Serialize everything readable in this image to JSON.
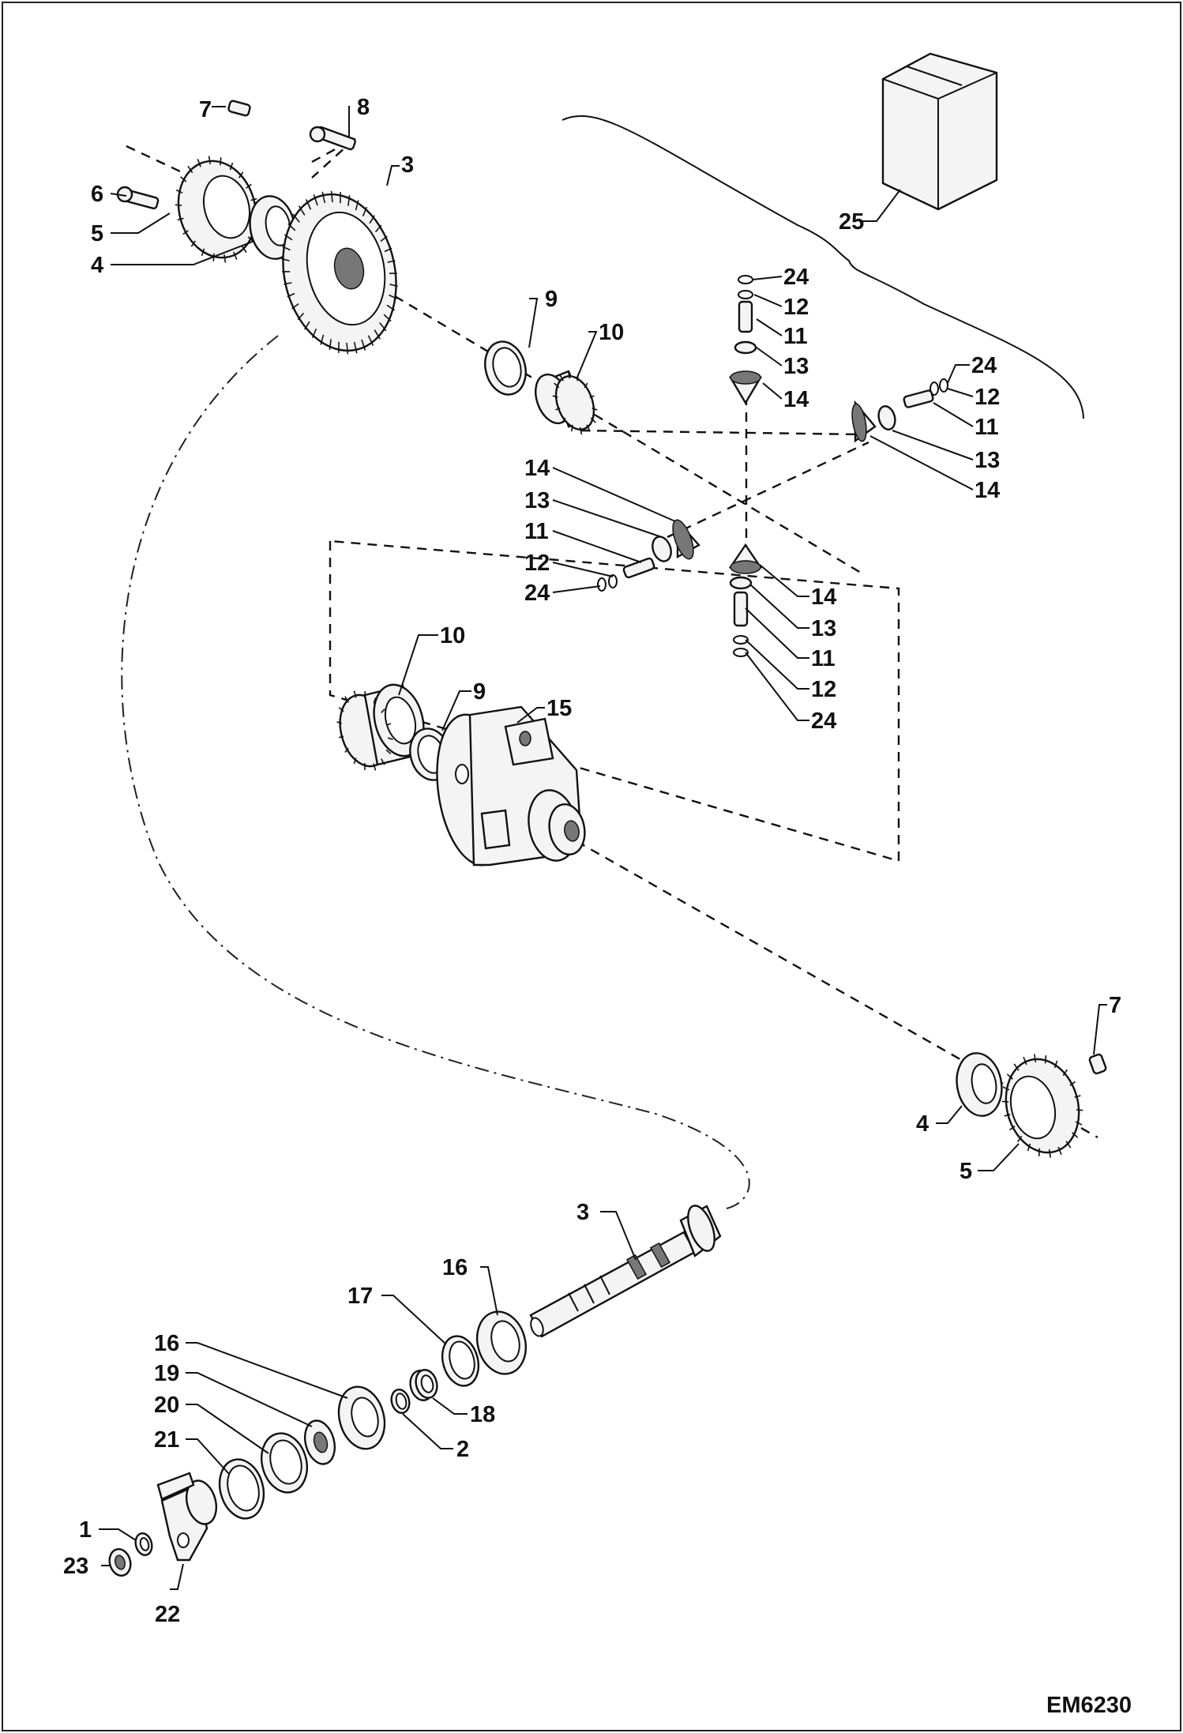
{
  "drawing_id": "EM6230",
  "callouts": [
    {
      "id": "c7a",
      "label": "7"
    },
    {
      "id": "c8",
      "label": "8"
    },
    {
      "id": "c3a",
      "label": "3"
    },
    {
      "id": "c6",
      "label": "6"
    },
    {
      "id": "c5a",
      "label": "5"
    },
    {
      "id": "c4a",
      "label": "4"
    },
    {
      "id": "c25",
      "label": "25"
    },
    {
      "id": "c9a",
      "label": "9"
    },
    {
      "id": "c10a",
      "label": "10"
    },
    {
      "id": "c24a",
      "label": "24"
    },
    {
      "id": "c12a",
      "label": "12"
    },
    {
      "id": "c11a",
      "label": "11"
    },
    {
      "id": "c13a",
      "label": "13"
    },
    {
      "id": "c14a",
      "label": "14"
    },
    {
      "id": "c24b",
      "label": "24"
    },
    {
      "id": "c12b",
      "label": "12"
    },
    {
      "id": "c11b",
      "label": "11"
    },
    {
      "id": "c13b",
      "label": "13"
    },
    {
      "id": "c14b",
      "label": "14"
    },
    {
      "id": "c14c",
      "label": "14"
    },
    {
      "id": "c13c",
      "label": "13"
    },
    {
      "id": "c11c",
      "label": "11"
    },
    {
      "id": "c12c",
      "label": "12"
    },
    {
      "id": "c24c",
      "label": "24"
    },
    {
      "id": "c14d",
      "label": "14"
    },
    {
      "id": "c13d",
      "label": "13"
    },
    {
      "id": "c11d",
      "label": "11"
    },
    {
      "id": "c12d",
      "label": "12"
    },
    {
      "id": "c24d",
      "label": "24"
    },
    {
      "id": "c10b",
      "label": "10"
    },
    {
      "id": "c9b",
      "label": "9"
    },
    {
      "id": "c15",
      "label": "15"
    },
    {
      "id": "c7b",
      "label": "7"
    },
    {
      "id": "c4b",
      "label": "4"
    },
    {
      "id": "c5b",
      "label": "5"
    },
    {
      "id": "c3b",
      "label": "3"
    },
    {
      "id": "c16a",
      "label": "16"
    },
    {
      "id": "c17",
      "label": "17"
    },
    {
      "id": "c16b",
      "label": "16"
    },
    {
      "id": "c19",
      "label": "19"
    },
    {
      "id": "c20",
      "label": "20"
    },
    {
      "id": "c21",
      "label": "21"
    },
    {
      "id": "c18",
      "label": "18"
    },
    {
      "id": "c2",
      "label": "2"
    },
    {
      "id": "c1",
      "label": "1"
    },
    {
      "id": "c23",
      "label": "23"
    },
    {
      "id": "c22",
      "label": "22"
    }
  ]
}
